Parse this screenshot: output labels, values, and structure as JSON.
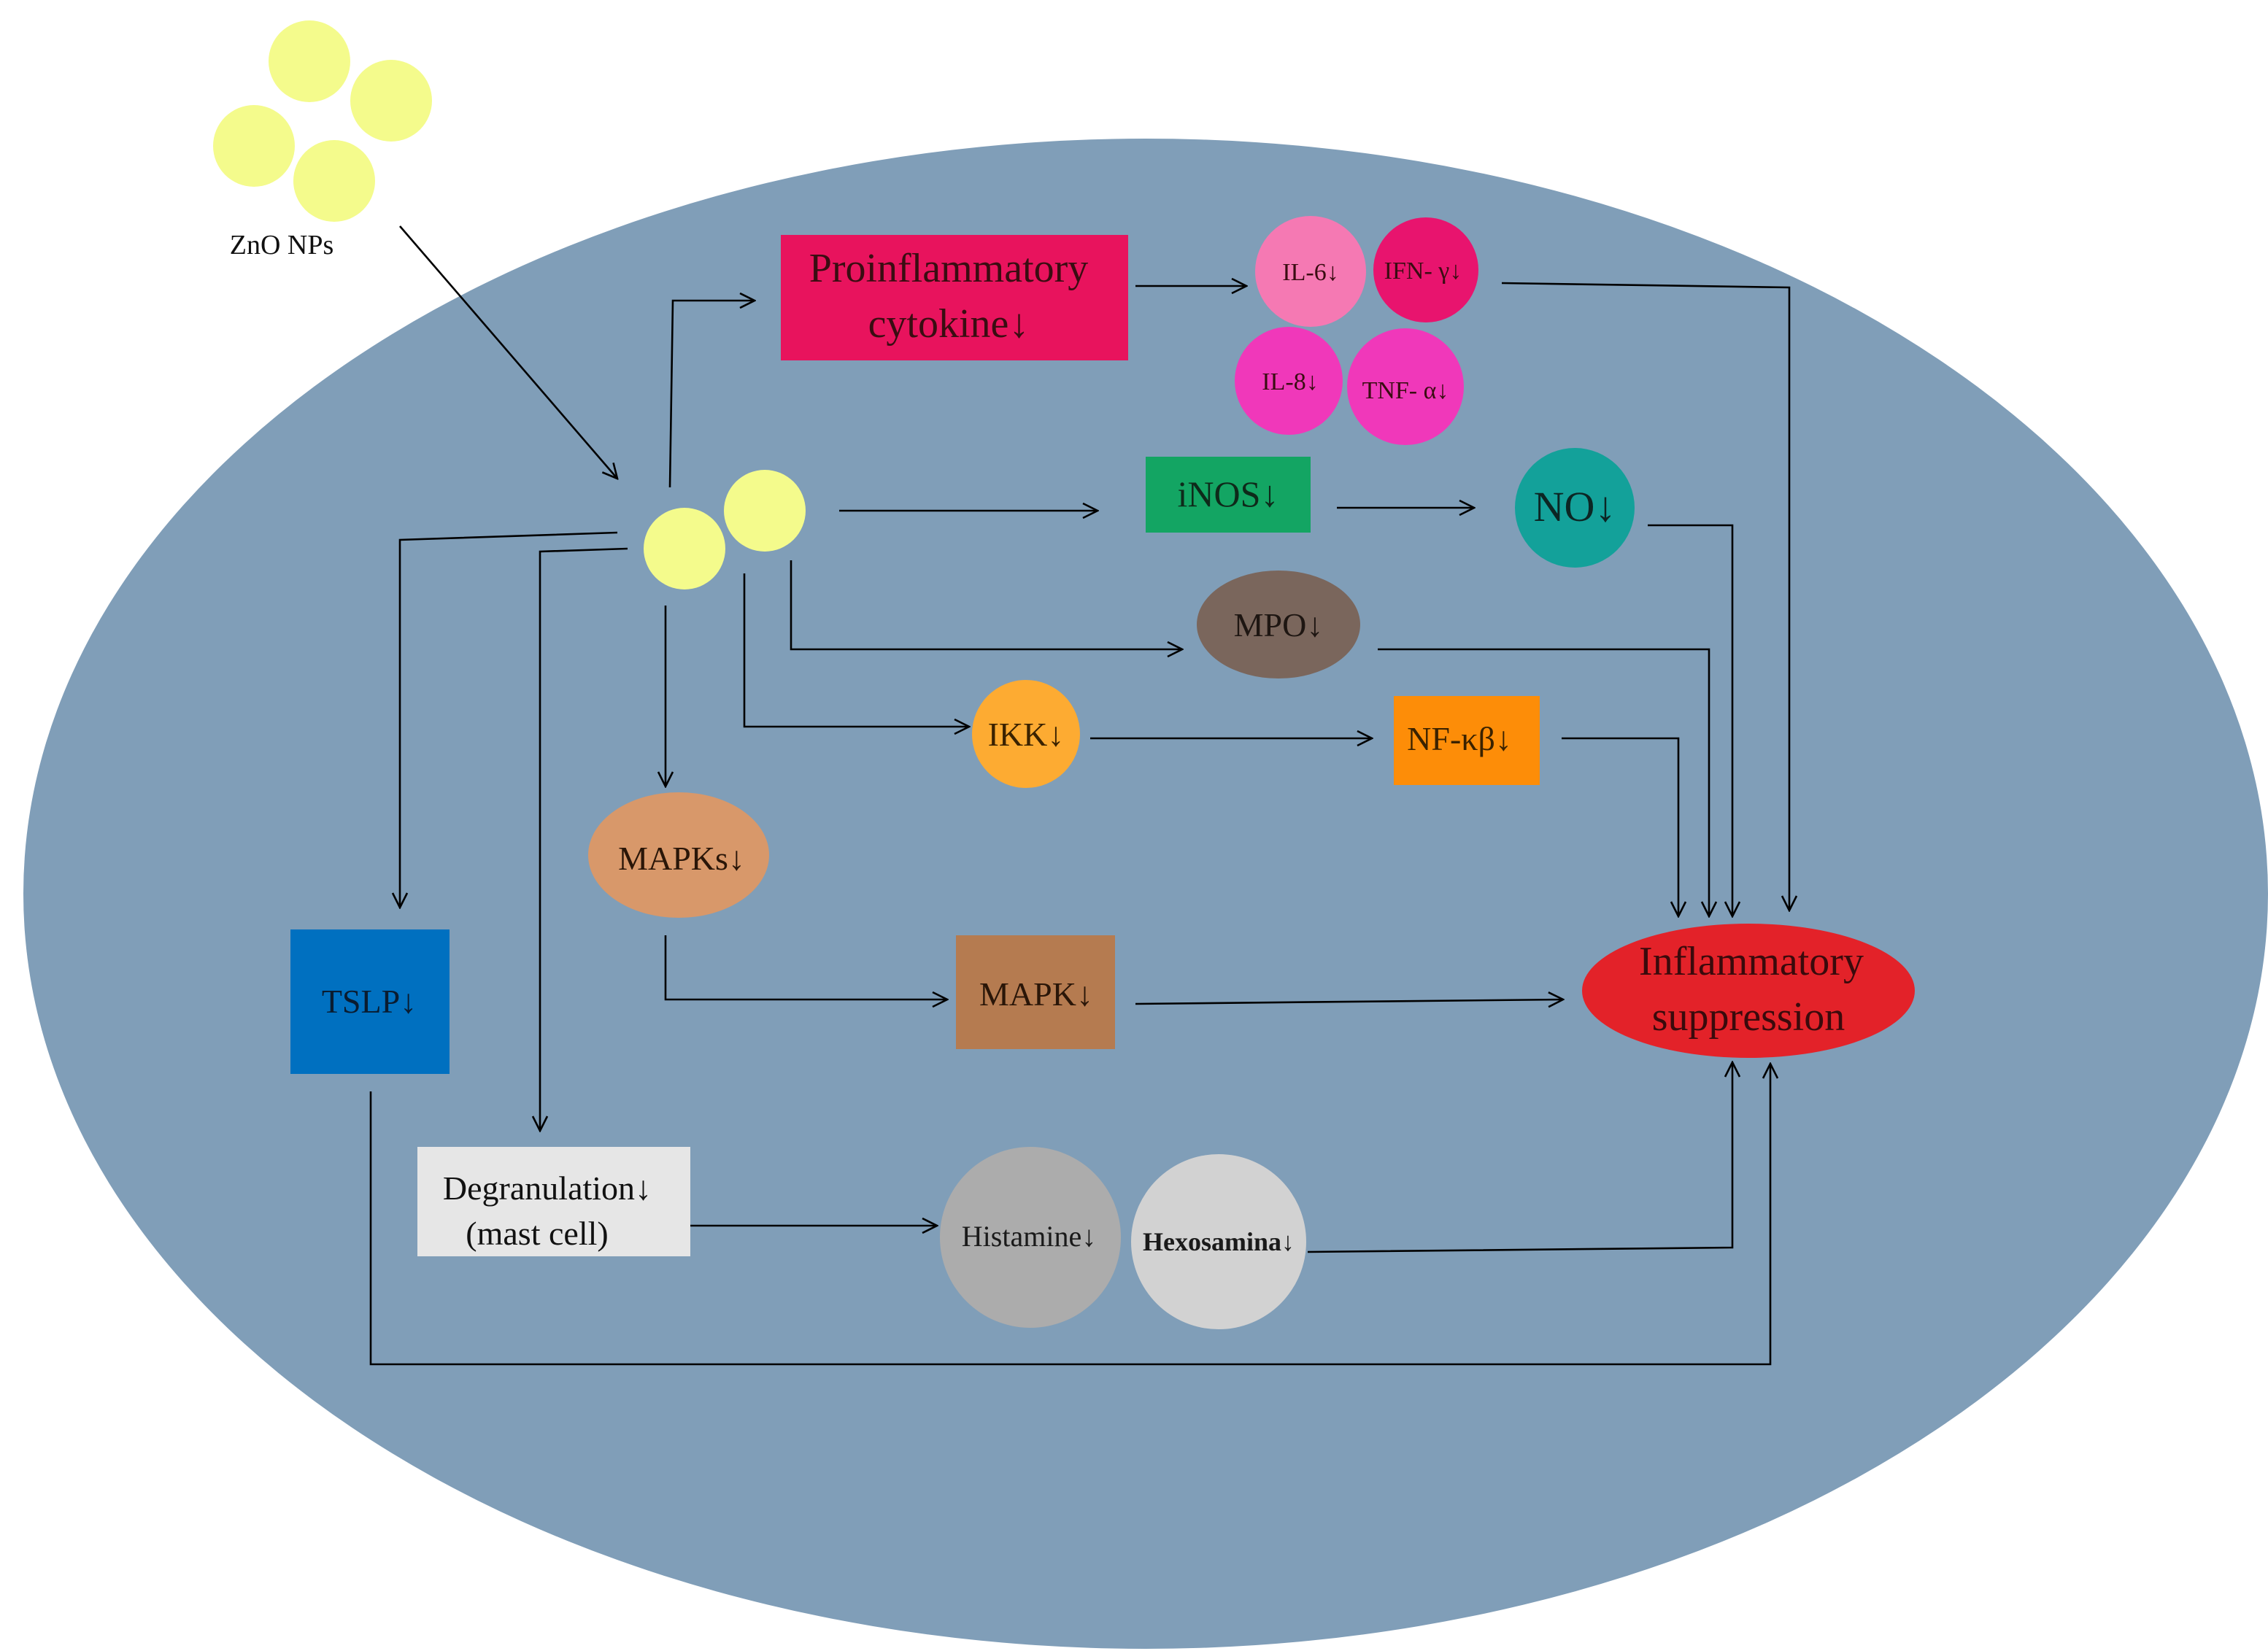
{
  "colors": {
    "background": "#ffffff",
    "cell": "#809eb8",
    "nanoparticle": "#f4fb8c",
    "arrow": "#000000",
    "proinflammatory": "#e8135d",
    "il6": "#f579b3",
    "ifn": "#e8146e",
    "il8": "#f038ba",
    "tnf": "#f038ba",
    "inos": "#13a563",
    "no": "#13a19a",
    "mpo": "#7a665c",
    "ikk": "#fdab32",
    "nfkb": "#fd8d08",
    "mapks": "#d8986a",
    "mapk": "#b57b50",
    "tslp": "#0070c0",
    "degranulation": "#e6e6e6",
    "histamine": "#acacac",
    "hexosamina": "#d2d2d2",
    "inflammatory": "#e32229"
  },
  "labels": {
    "zno": "ZnO NPs",
    "proinflammatory_line1": "Proinflammatory",
    "proinflammatory_line2": "cytokine↓",
    "il6": "IL-6↓",
    "ifn": "IFN- γ↓",
    "il8": "IL-8↓",
    "tnf": "TNF- α↓",
    "inos": "iNOS↓",
    "no": "NO↓",
    "mpo": "MPO↓",
    "ikk": "IKK↓",
    "nfkb": "NF-κβ↓",
    "mapks": "MAPKs↓",
    "mapk": "MAPK↓",
    "tslp": "TSLP↓",
    "degranulation_line1": "Degranulation↓",
    "degranulation_line2": "(mast cell)",
    "histamine": "Histamine↓",
    "hexosamina": "Hexosamina↓",
    "inflammatory_line1": "Inflammatory",
    "inflammatory_line2": "suppression"
  }
}
